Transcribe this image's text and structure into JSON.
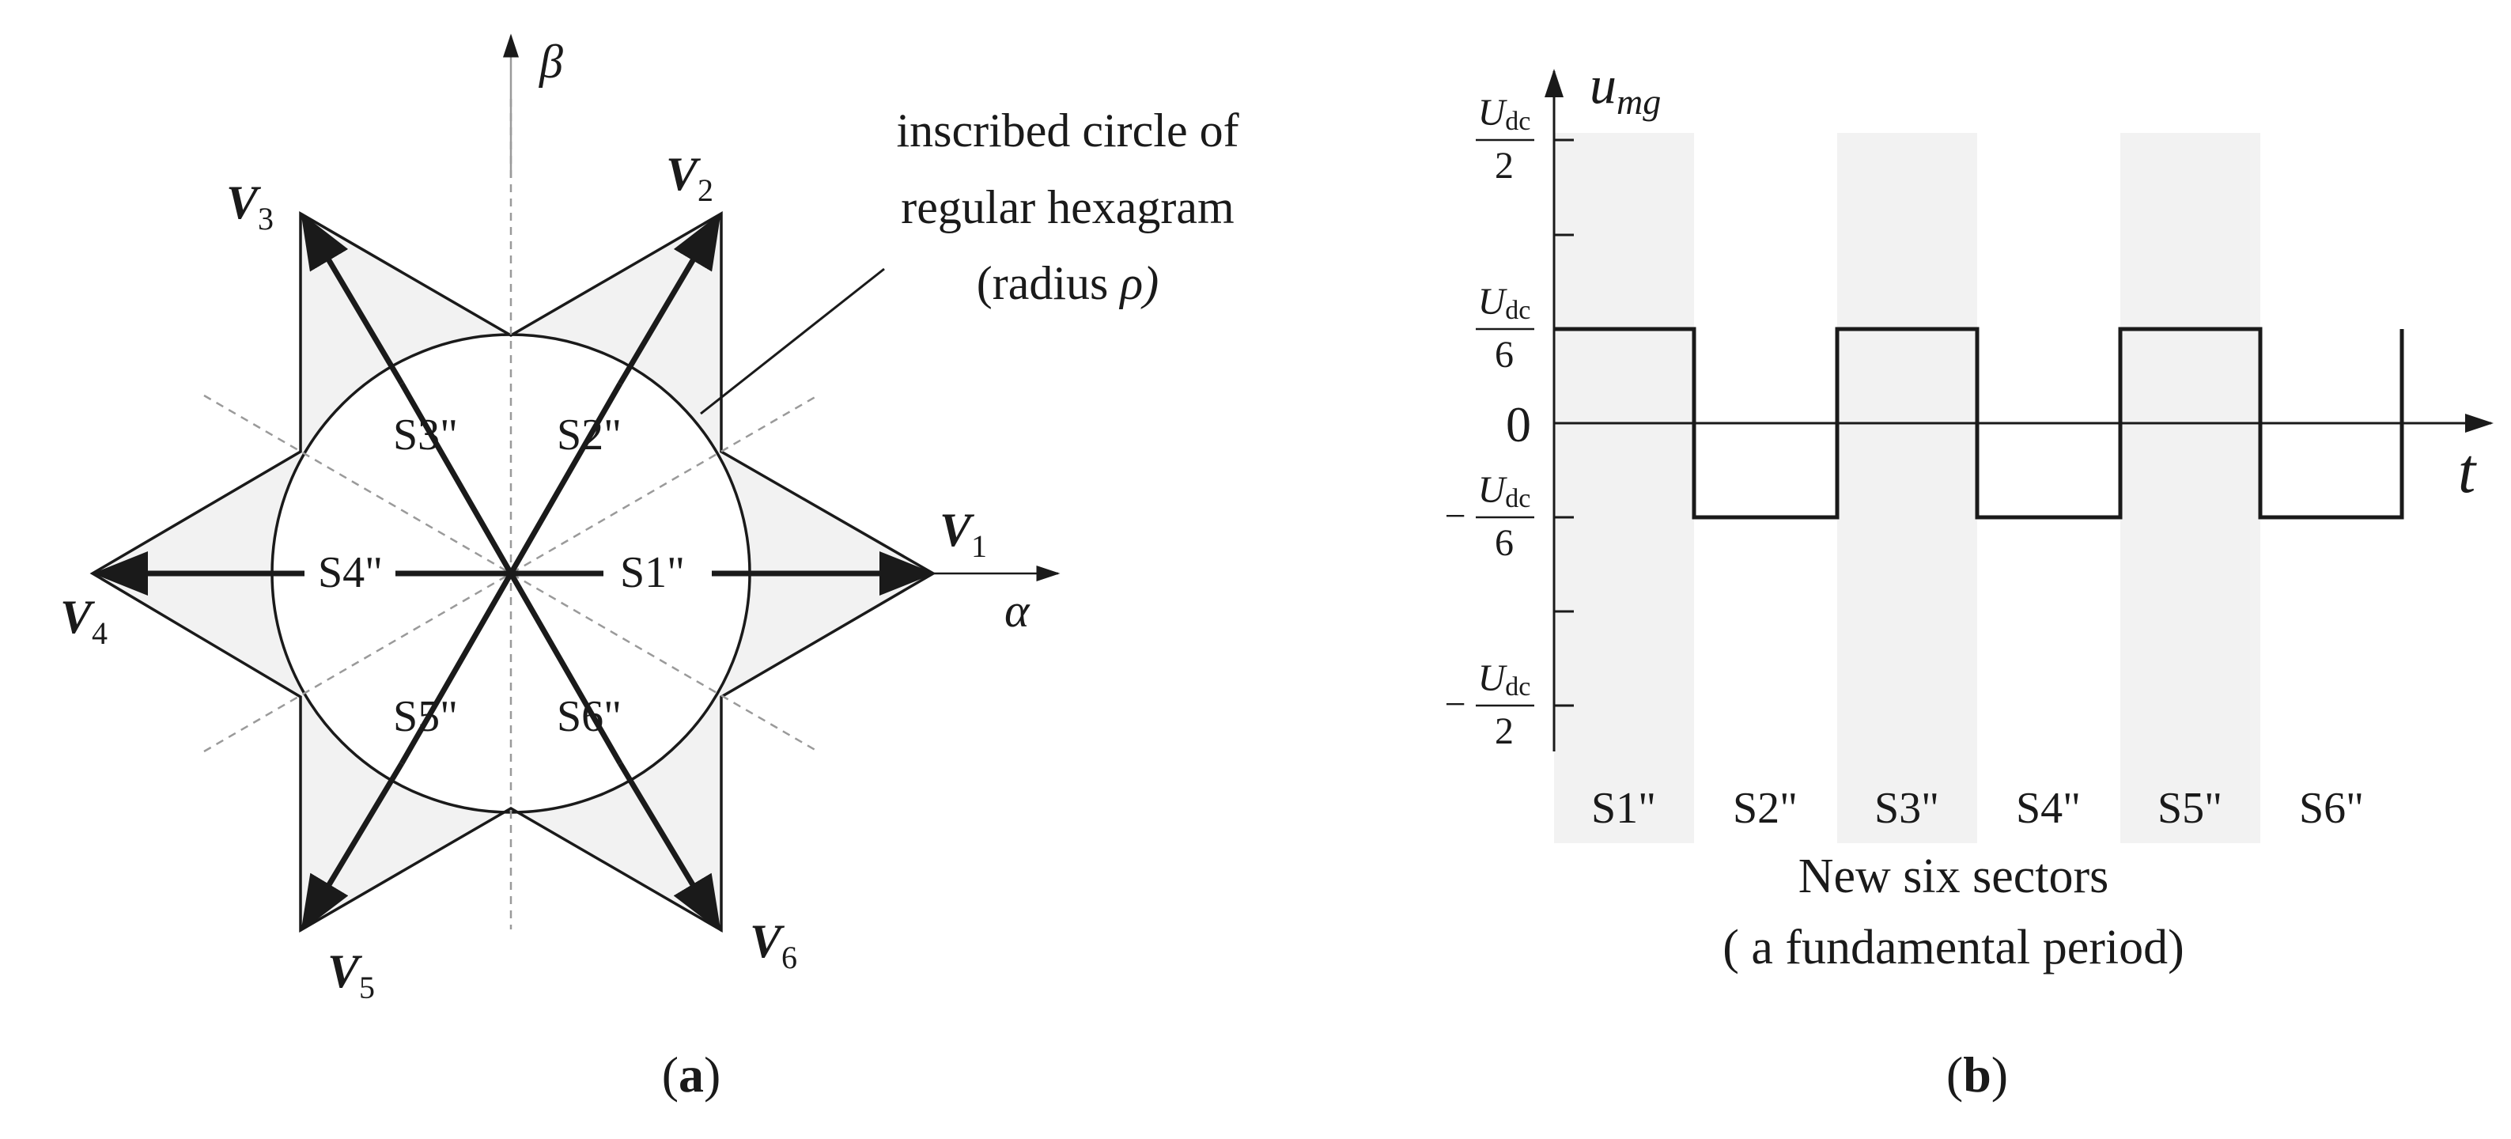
{
  "panel_a": {
    "axis_beta": "β",
    "axis_alpha": "α",
    "vectors": [
      {
        "letter": "V",
        "sub": "1"
      },
      {
        "letter": "V",
        "sub": "2"
      },
      {
        "letter": "V",
        "sub": "3"
      },
      {
        "letter": "V",
        "sub": "4"
      },
      {
        "letter": "V",
        "sub": "5"
      },
      {
        "letter": "V",
        "sub": "6"
      }
    ],
    "sectors": [
      "S1\"",
      "S2\"",
      "S3\"",
      "S4\"",
      "S5\"",
      "S6\""
    ],
    "annotation": {
      "line1": "inscribed circle of",
      "line2": "regular hexagram",
      "line3_prefix": "(radius ",
      "line3_symbol": "ρ",
      "line3_suffix": ")"
    },
    "caption_open": "(",
    "caption_letter": "a",
    "caption_close": ")"
  },
  "panel_b": {
    "y_axis_label": "u",
    "y_axis_sub": "mg",
    "x_axis_label": "t",
    "tick_labels": [
      {
        "sign": "",
        "num": "U",
        "num_sub": "dc",
        "den": "2"
      },
      {
        "sign": "",
        "num": "U",
        "num_sub": "dc",
        "den": "6"
      },
      {
        "zero": "0"
      },
      {
        "sign": "−",
        "num": "U",
        "num_sub": "dc",
        "den": "6"
      },
      {
        "sign": "−",
        "num": "U",
        "num_sub": "dc",
        "den": "2"
      }
    ],
    "sector_labels": [
      "S1\"",
      "S2\"",
      "S3\"",
      "S4\"",
      "S5\"",
      "S6\""
    ],
    "caption_line1": "New six sectors",
    "caption_line2": "( a fundamental period)",
    "waveform": {
      "levels": [
        "U_dc/6",
        "-U_dc/6",
        "U_dc/6",
        "-U_dc/6",
        "U_dc/6",
        "-U_dc/6"
      ],
      "shaded_sectors": [
        "S1\"",
        "S3\"",
        "S5\""
      ]
    },
    "caption_open": "(",
    "caption_letter": "b",
    "caption_close": ")"
  },
  "colors": {
    "shade": "#f2f2f2",
    "line": "#1a1a1a"
  }
}
